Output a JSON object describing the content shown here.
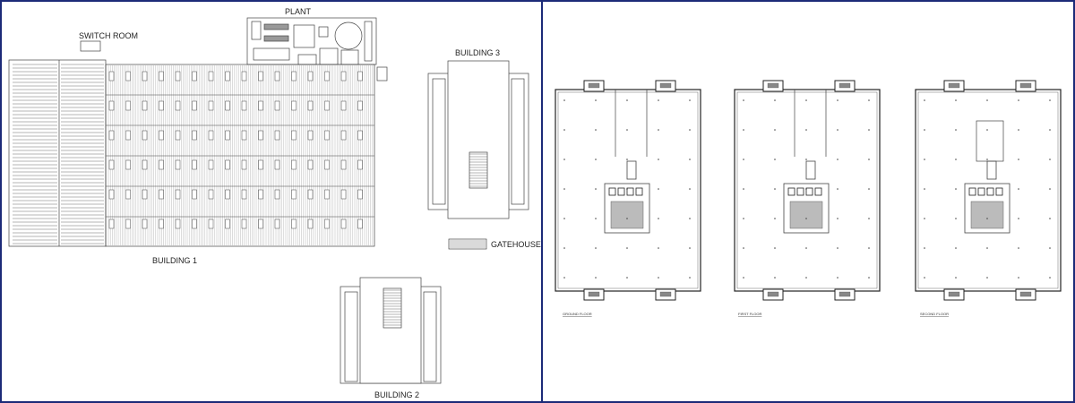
{
  "site_plan": {
    "switch_room": "SWITCH ROOM",
    "plant": "PLANT",
    "building_1": "BUILDING 1",
    "building_2": "BUILDING 2",
    "building_3": "BUILDING 3",
    "gatehouse": "GATEHOUSE"
  },
  "floor_plans": [
    {
      "label": "GROUND FLOOR"
    },
    {
      "label": "FIRST FLOOR"
    },
    {
      "label": "SECOND FLOOR"
    }
  ],
  "colors": {
    "border": "#1c2a78",
    "line": "#444444"
  }
}
